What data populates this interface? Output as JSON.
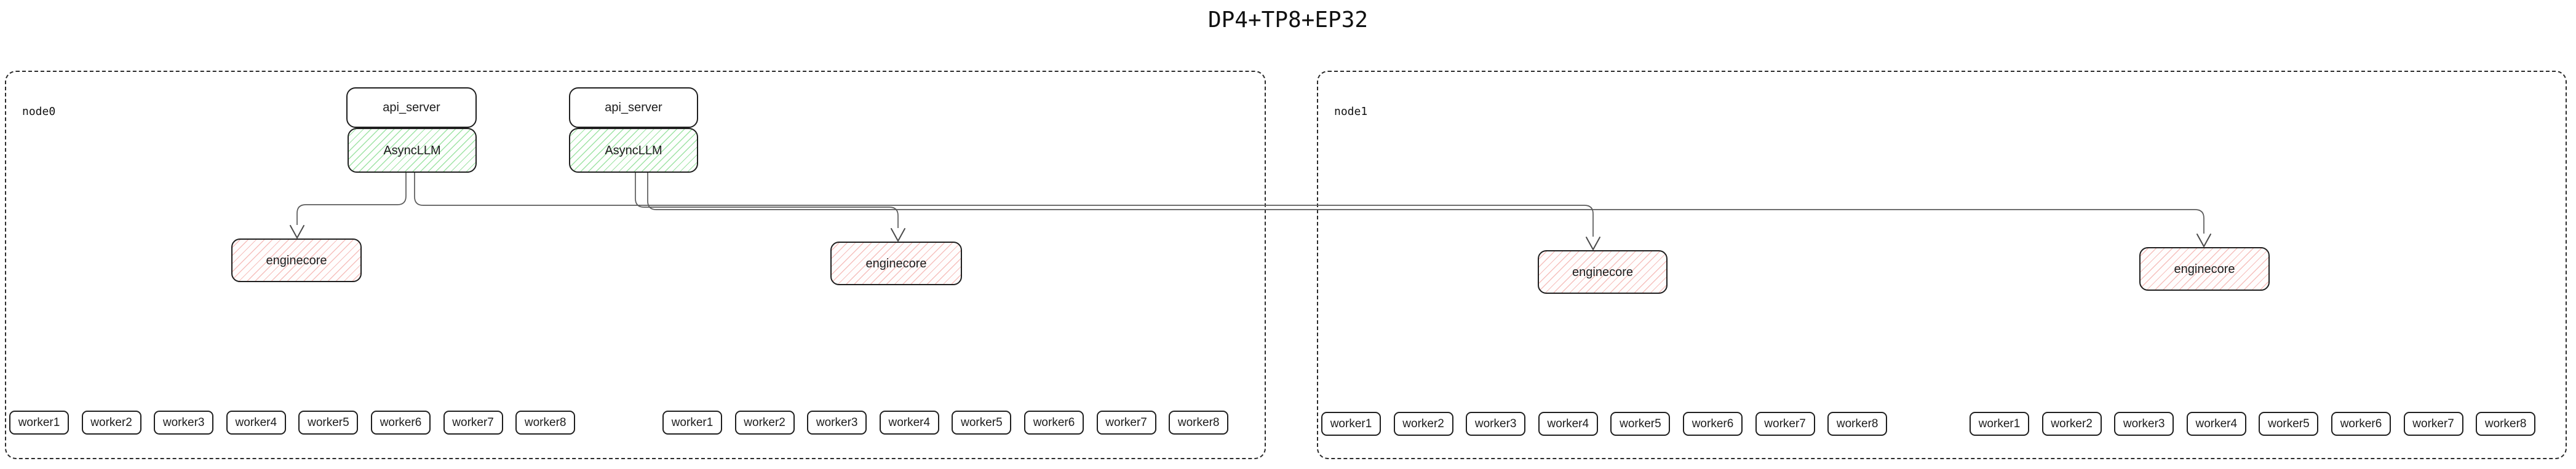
{
  "title": "DP4+TP8+EP32",
  "colors": {
    "asyncllm_hatch": "#9fe3a5",
    "enginecore_hatch": "#f6c0bd",
    "box_border": "#1f1f1f",
    "node_border": "#2b2b2b",
    "edge": "#5a5a5a",
    "text": "#1c1c1c"
  },
  "nodes": [
    {
      "label": "node0",
      "stacks": [
        {
          "api_server": "api_server",
          "asyncllm": "AsyncLLM"
        },
        {
          "api_server": "api_server",
          "asyncllm": "AsyncLLM"
        }
      ],
      "enginecores": [
        "enginecore",
        "enginecore"
      ],
      "worker_groups": [
        [
          "worker1",
          "worker2",
          "worker3",
          "worker4",
          "worker5",
          "worker6",
          "worker7",
          "worker8"
        ],
        [
          "worker1",
          "worker2",
          "worker3",
          "worker4",
          "worker5",
          "worker6",
          "worker7",
          "worker8"
        ]
      ]
    },
    {
      "label": "node1",
      "stacks": [],
      "enginecores": [
        "enginecore",
        "enginecore"
      ],
      "worker_groups": [
        [
          "worker1",
          "worker2",
          "worker3",
          "worker4",
          "worker5",
          "worker6",
          "worker7",
          "worker8"
        ],
        [
          "worker1",
          "worker2",
          "worker3",
          "worker4",
          "worker5",
          "worker6",
          "worker7",
          "worker8"
        ]
      ]
    }
  ],
  "edges": [
    {
      "from": "AsyncLLM-node0-left",
      "to": "enginecore-node0-left"
    },
    {
      "from": "AsyncLLM-node0-right",
      "to": "enginecore-node0-right"
    },
    {
      "from": "AsyncLLM-node0-left",
      "to": "enginecore-node1-left"
    },
    {
      "from": "AsyncLLM-node0-right",
      "to": "enginecore-node1-right"
    }
  ]
}
